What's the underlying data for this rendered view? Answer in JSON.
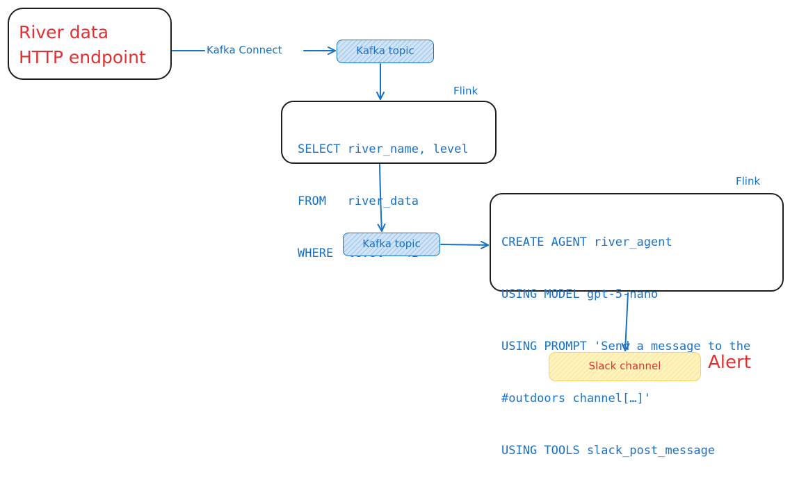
{
  "source": {
    "lines": [
      "River data",
      "HTTP endpoint"
    ]
  },
  "connector_label": "Kafka Connect",
  "topic_1": {
    "label": "Kafka topic"
  },
  "flink_1": {
    "label": "Flink",
    "code": [
      "SELECT river_name, level",
      "FROM   river_data",
      "WHERE  level < 42"
    ]
  },
  "topic_2": {
    "label": "Kafka topic"
  },
  "flink_2": {
    "label": "Flink",
    "code": [
      "CREATE AGENT river_agent",
      "USING MODEL gpt-5-nano",
      "USING PROMPT 'Send a message to the",
      "#outdoors channel[…]'",
      "USING TOOLS slack_post_message"
    ]
  },
  "sink": {
    "label": "Slack channel"
  },
  "alert_label": "Alert",
  "colors": {
    "stroke": "#1e1e1e",
    "blue": "#1971c2",
    "red": "#e03131",
    "topic_fill": "#d0e4f7",
    "slack_fill": "#fff3bf"
  }
}
